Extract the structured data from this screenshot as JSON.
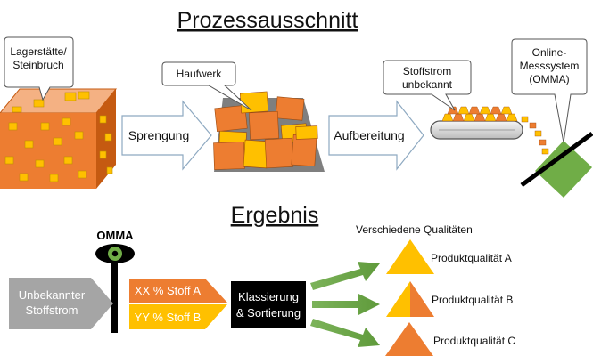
{
  "titles": {
    "section1": "Prozessausschnitt",
    "section2": "Ergebnis"
  },
  "callouts": {
    "deposit_line1": "Lagerstätte/",
    "deposit_line2": "Steinbruch",
    "haufwerk": "Haufwerk",
    "stoffstrom_line1": "Stoffstrom",
    "stoffstrom_line2": "unbekannt",
    "omma_line1": "Online-",
    "omma_line2": "Messsystem",
    "omma_line3": "(OMMA)"
  },
  "arrows": {
    "sprengung": "Sprengung",
    "aufbereitung": "Aufbereitung"
  },
  "result": {
    "omma_label": "OMMA",
    "unknown_line1": "Unbekannter",
    "unknown_line2": "Stoffstrom",
    "stoff_a": "XX % Stoff A",
    "stoff_b": "YY % Stoff B",
    "sort_line1": "Klassierung",
    "sort_line2": "& Sortierung",
    "qualities_heading": "Verschiedene Qualitäten",
    "product_a": "Produktqualität A",
    "product_b": "Produktqualität B",
    "product_c": "Produktqualität C"
  },
  "colors": {
    "orange": "#ed7d31",
    "yellow": "#ffc000",
    "green": "#70ad47",
    "gray": "#a5a5a5",
    "black": "#000000"
  }
}
